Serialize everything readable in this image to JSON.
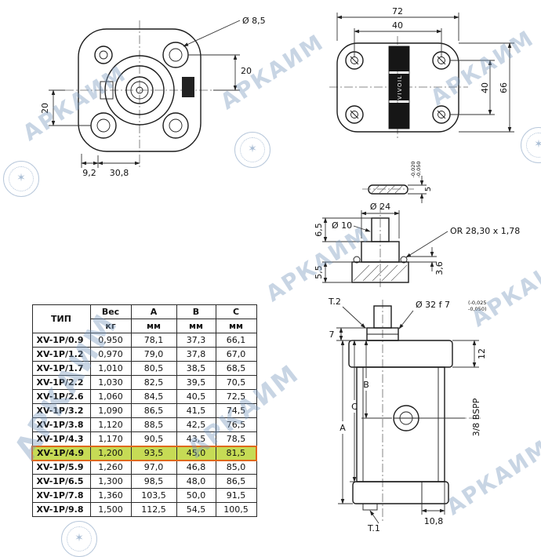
{
  "watermark": {
    "text": "АРКАИМ"
  },
  "table": {
    "headers": {
      "type": "ТИП",
      "weight": "Вес",
      "weight_unit": "кг",
      "col_a": "A",
      "col_b": "B",
      "col_c": "C",
      "mm": "мм"
    },
    "rows": [
      {
        "type": "XV-1P/0.9",
        "weight": "0,950",
        "a": "78,1",
        "b": "37,3",
        "c": "66,1"
      },
      {
        "type": "XV-1P/1.2",
        "weight": "0,970",
        "a": "79,0",
        "b": "37,8",
        "c": "67,0"
      },
      {
        "type": "XV-1P/1.7",
        "weight": "1,010",
        "a": "80,5",
        "b": "38,5",
        "c": "68,5"
      },
      {
        "type": "XV-1P/2.2",
        "weight": "1,030",
        "a": "82,5",
        "b": "39,5",
        "c": "70,5"
      },
      {
        "type": "XV-1P/2.6",
        "weight": "1,060",
        "a": "84,5",
        "b": "40,5",
        "c": "72,5"
      },
      {
        "type": "XV-1P/3.2",
        "weight": "1,090",
        "a": "86,5",
        "b": "41,5",
        "c": "74,5"
      },
      {
        "type": "XV-1P/3.8",
        "weight": "1,120",
        "a": "88,5",
        "b": "42,5",
        "c": "76,5"
      },
      {
        "type": "XV-1P/4.3",
        "weight": "1,170",
        "a": "90,5",
        "b": "43,5",
        "c": "78,5"
      },
      {
        "type": "XV-1P/4.9",
        "weight": "1,200",
        "a": "93,5",
        "b": "45,0",
        "c": "81,5"
      },
      {
        "type": "XV-1P/5.9",
        "weight": "1,260",
        "a": "97,0",
        "b": "46,8",
        "c": "85,0"
      },
      {
        "type": "XV-1P/6.5",
        "weight": "1,300",
        "a": "98,5",
        "b": "48,0",
        "c": "86,5"
      },
      {
        "type": "XV-1P/7.8",
        "weight": "1,360",
        "a": "103,5",
        "b": "50,0",
        "c": "91,5"
      },
      {
        "type": "XV-1P/9.8",
        "weight": "1,500",
        "a": "112,5",
        "b": "54,5",
        "c": "100,5"
      }
    ],
    "highlighted_type": "XV-1P/4.9",
    "highlight_fill": "#c6db55",
    "highlight_border": "#e0681c"
  },
  "front_view": {
    "hole_dia": "Ø 8,5",
    "dim_right": "20",
    "dim_left": "20",
    "dim_bottom_1": "9,2",
    "dim_bottom_2": "30,8"
  },
  "rear_view": {
    "width": "72",
    "bolt_spacing_h": "40",
    "bolt_spacing_v": "40",
    "height": "66",
    "tab": "5",
    "tab_tol_upper": "-0,020",
    "tab_tol_lower": "-0,050",
    "brand": "VIVOIL"
  },
  "shaft_detail": {
    "dia_24": "Ø 24",
    "dia_10": "Ø 10",
    "dim_6_5": "6,5",
    "dim_5_5": "5,5",
    "dim_3_6": "3,6",
    "oring": "OR 28,30 x 1,78"
  },
  "side_view": {
    "t2": "T.2",
    "t1": "T.1",
    "shaft_dia": "Ø 32 f 7",
    "shaft_tol_upper": "(-0,025",
    "shaft_tol_lower": "-0,050)",
    "dim_7": "7",
    "dim_12": "12",
    "dim_a": "A",
    "dim_b": "B",
    "dim_c": "C",
    "port": "3/8 BSPP",
    "dim_10_8": "10,8"
  }
}
